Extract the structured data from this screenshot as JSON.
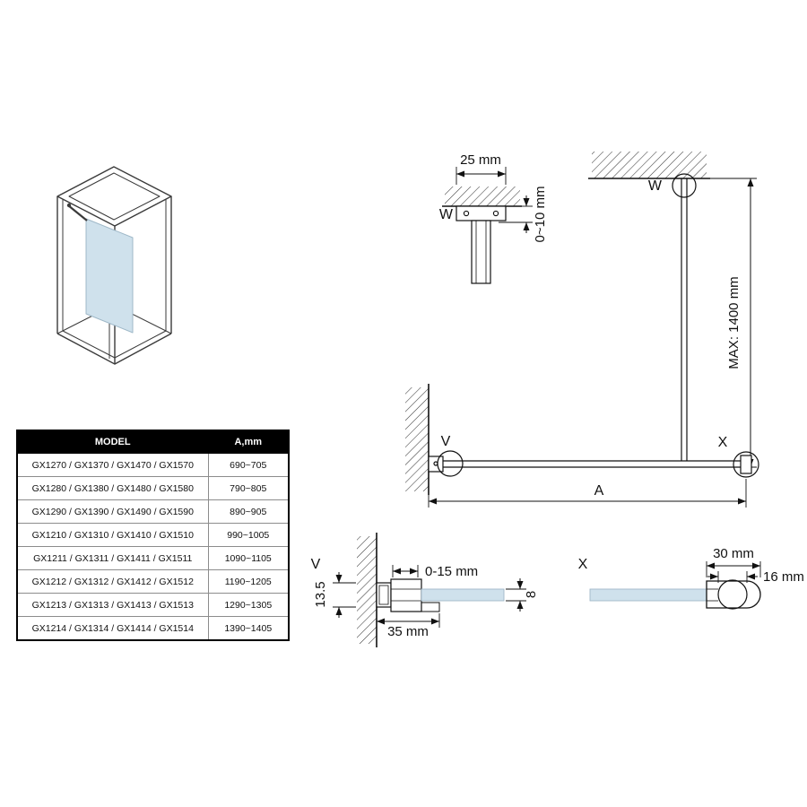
{
  "table": {
    "headers": {
      "model": "MODEL",
      "a": "A,mm"
    },
    "rows": [
      {
        "model": "GX1270 / GX1370 / GX1470 / GX1570",
        "a": "690~705"
      },
      {
        "model": "GX1280 / GX1380 / GX1480 / GX1580",
        "a": "790~805"
      },
      {
        "model": "GX1290 / GX1390 / GX1490 / GX1590",
        "a": "890~905"
      },
      {
        "model": "GX1210 / GX1310 / GX1410 / GX1510",
        "a": "990~1005"
      },
      {
        "model": "GX1211 / GX1311 / GX1411 / GX1511",
        "a": "1090~1105"
      },
      {
        "model": "GX1212 / GX1312 / GX1412 / GX1512",
        "a": "1190~1205"
      },
      {
        "model": "GX1213 / GX1313 / GX1413 / GX1513",
        "a": "1290~1305"
      },
      {
        "model": "GX1214 / GX1314 / GX1414 / GX1514",
        "a": "1390~1405"
      }
    ]
  },
  "diagram": {
    "detail_w_top": {
      "width": "25 mm",
      "gap": "0~10 mm",
      "label": "W"
    },
    "ceiling_mount": {
      "label": "W",
      "max_height": "MAX: 1400 mm"
    },
    "assembly": {
      "wall_label": "V",
      "glass_label": "X",
      "length_label": "A"
    },
    "detail_v": {
      "label": "V",
      "profile_height": "13.5",
      "adjust": "0-15 mm",
      "glass_thickness": "8",
      "depth": "35 mm"
    },
    "detail_x": {
      "label": "X",
      "clamp_length": "30 mm",
      "bar_diameter": "16 mm"
    }
  },
  "colors": {
    "glass": "#cfe1ec",
    "line": "#111111"
  }
}
